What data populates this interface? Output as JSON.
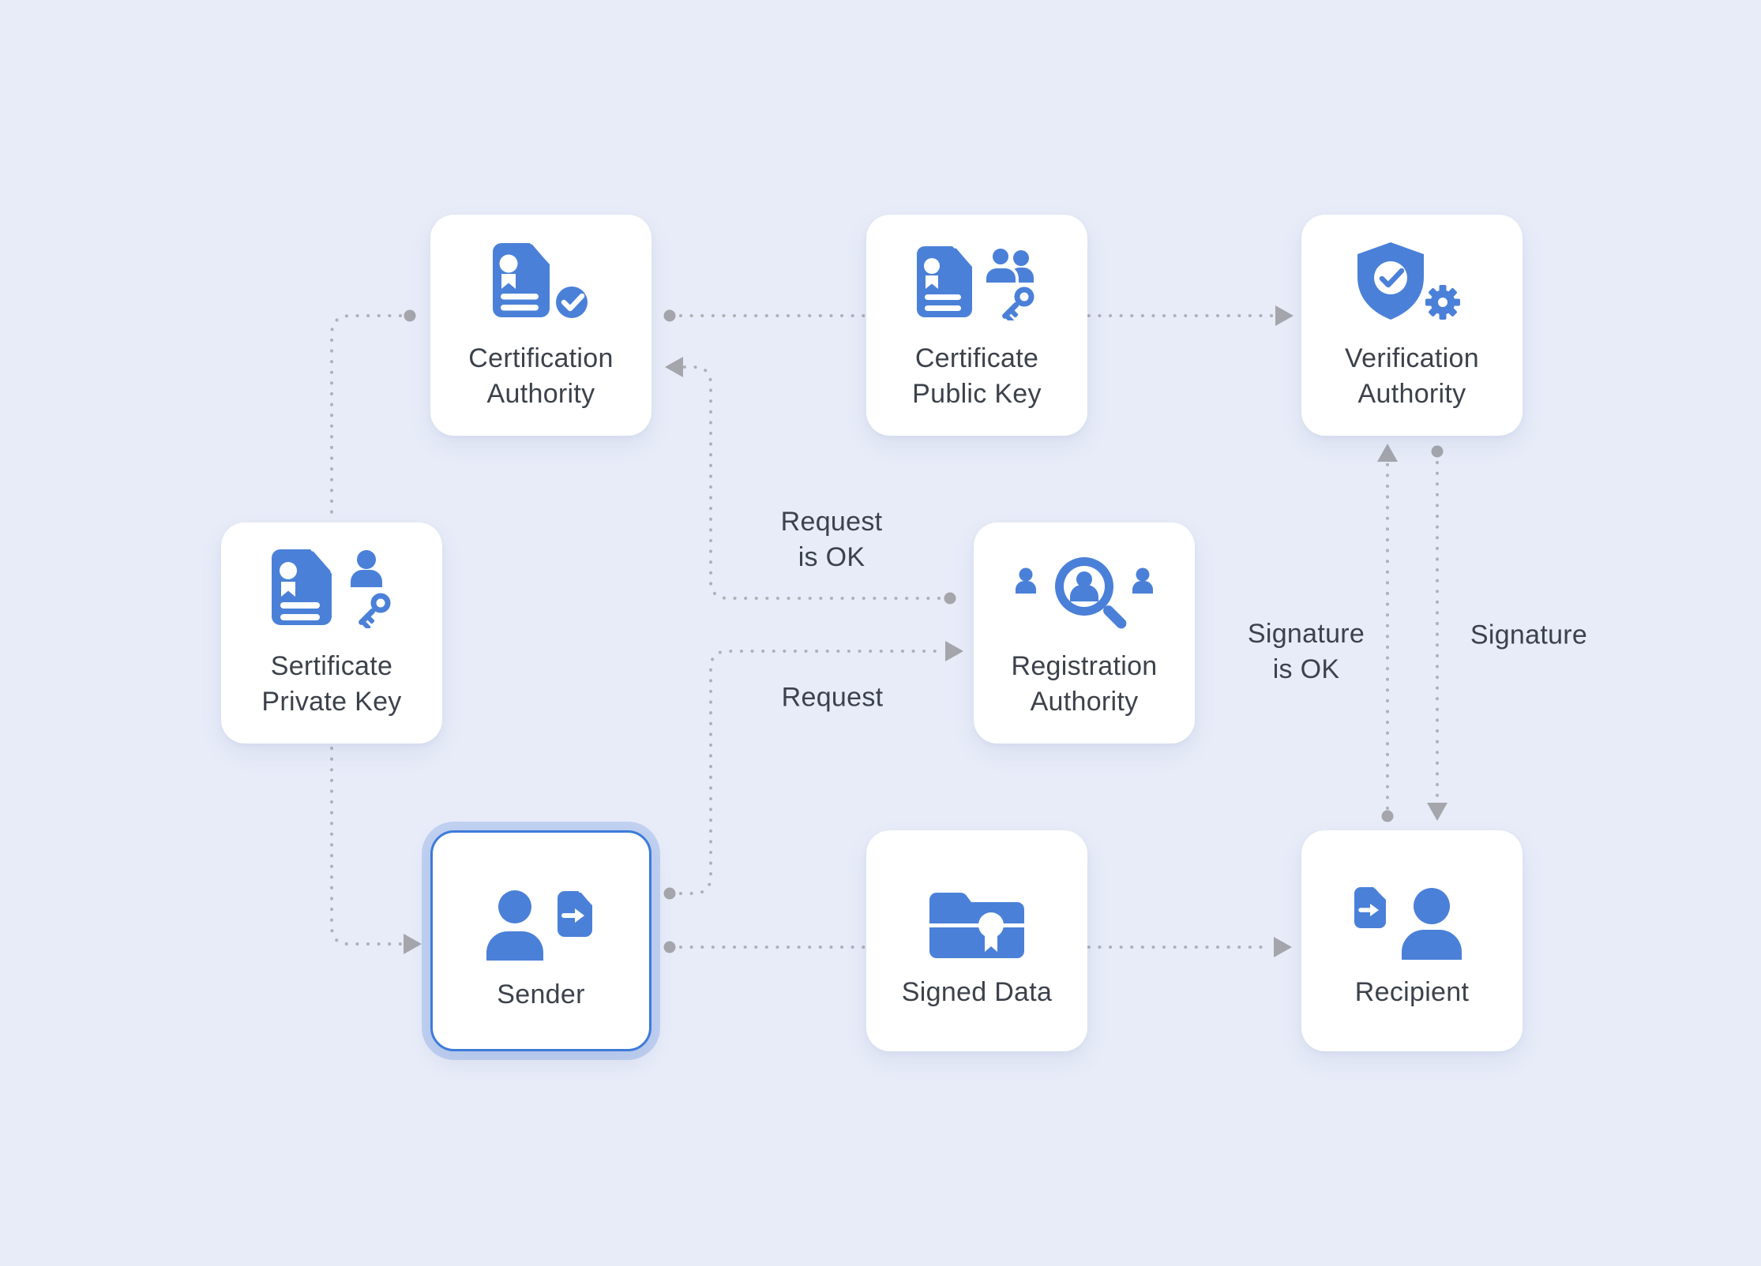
{
  "diagram": {
    "colors": {
      "background": "#E8ECF8",
      "accent_blue": "#4A80D8",
      "connector_gray": "#A4A6AC",
      "text": "#3C424B",
      "highlight_border": "#3D7BD9"
    },
    "nodes": [
      {
        "id": "certification-authority",
        "label": "Certification\nAuthority",
        "icon": "certificate-check-icon",
        "highlighted": false
      },
      {
        "id": "certificate-public-key",
        "label": "Certificate\nPublic Key",
        "icon": "certificate-users-key-icon",
        "highlighted": false
      },
      {
        "id": "verification-authority",
        "label": "Verification\nAuthority",
        "icon": "shield-check-gear-icon",
        "highlighted": false
      },
      {
        "id": "sertificate-private-key",
        "label": "Sertificate\nPrivate Key",
        "icon": "certificate-user-key-icon",
        "highlighted": false
      },
      {
        "id": "registration-authority",
        "label": "Registration\nAuthority",
        "icon": "user-search-icon",
        "highlighted": false
      },
      {
        "id": "sender",
        "label": "Sender",
        "icon": "user-file-export-icon",
        "highlighted": true
      },
      {
        "id": "signed-data",
        "label": "Signed Data",
        "icon": "folder-certificate-icon",
        "highlighted": false
      },
      {
        "id": "recipient",
        "label": "Recipient",
        "icon": "file-import-user-icon",
        "highlighted": false
      }
    ],
    "edge_labels": [
      {
        "id": "request-is-ok",
        "text": "Request\nis OK"
      },
      {
        "id": "request",
        "text": "Request"
      },
      {
        "id": "signature-is-ok",
        "text": "Signature\nis OK"
      },
      {
        "id": "signature",
        "text": "Signature"
      }
    ]
  }
}
